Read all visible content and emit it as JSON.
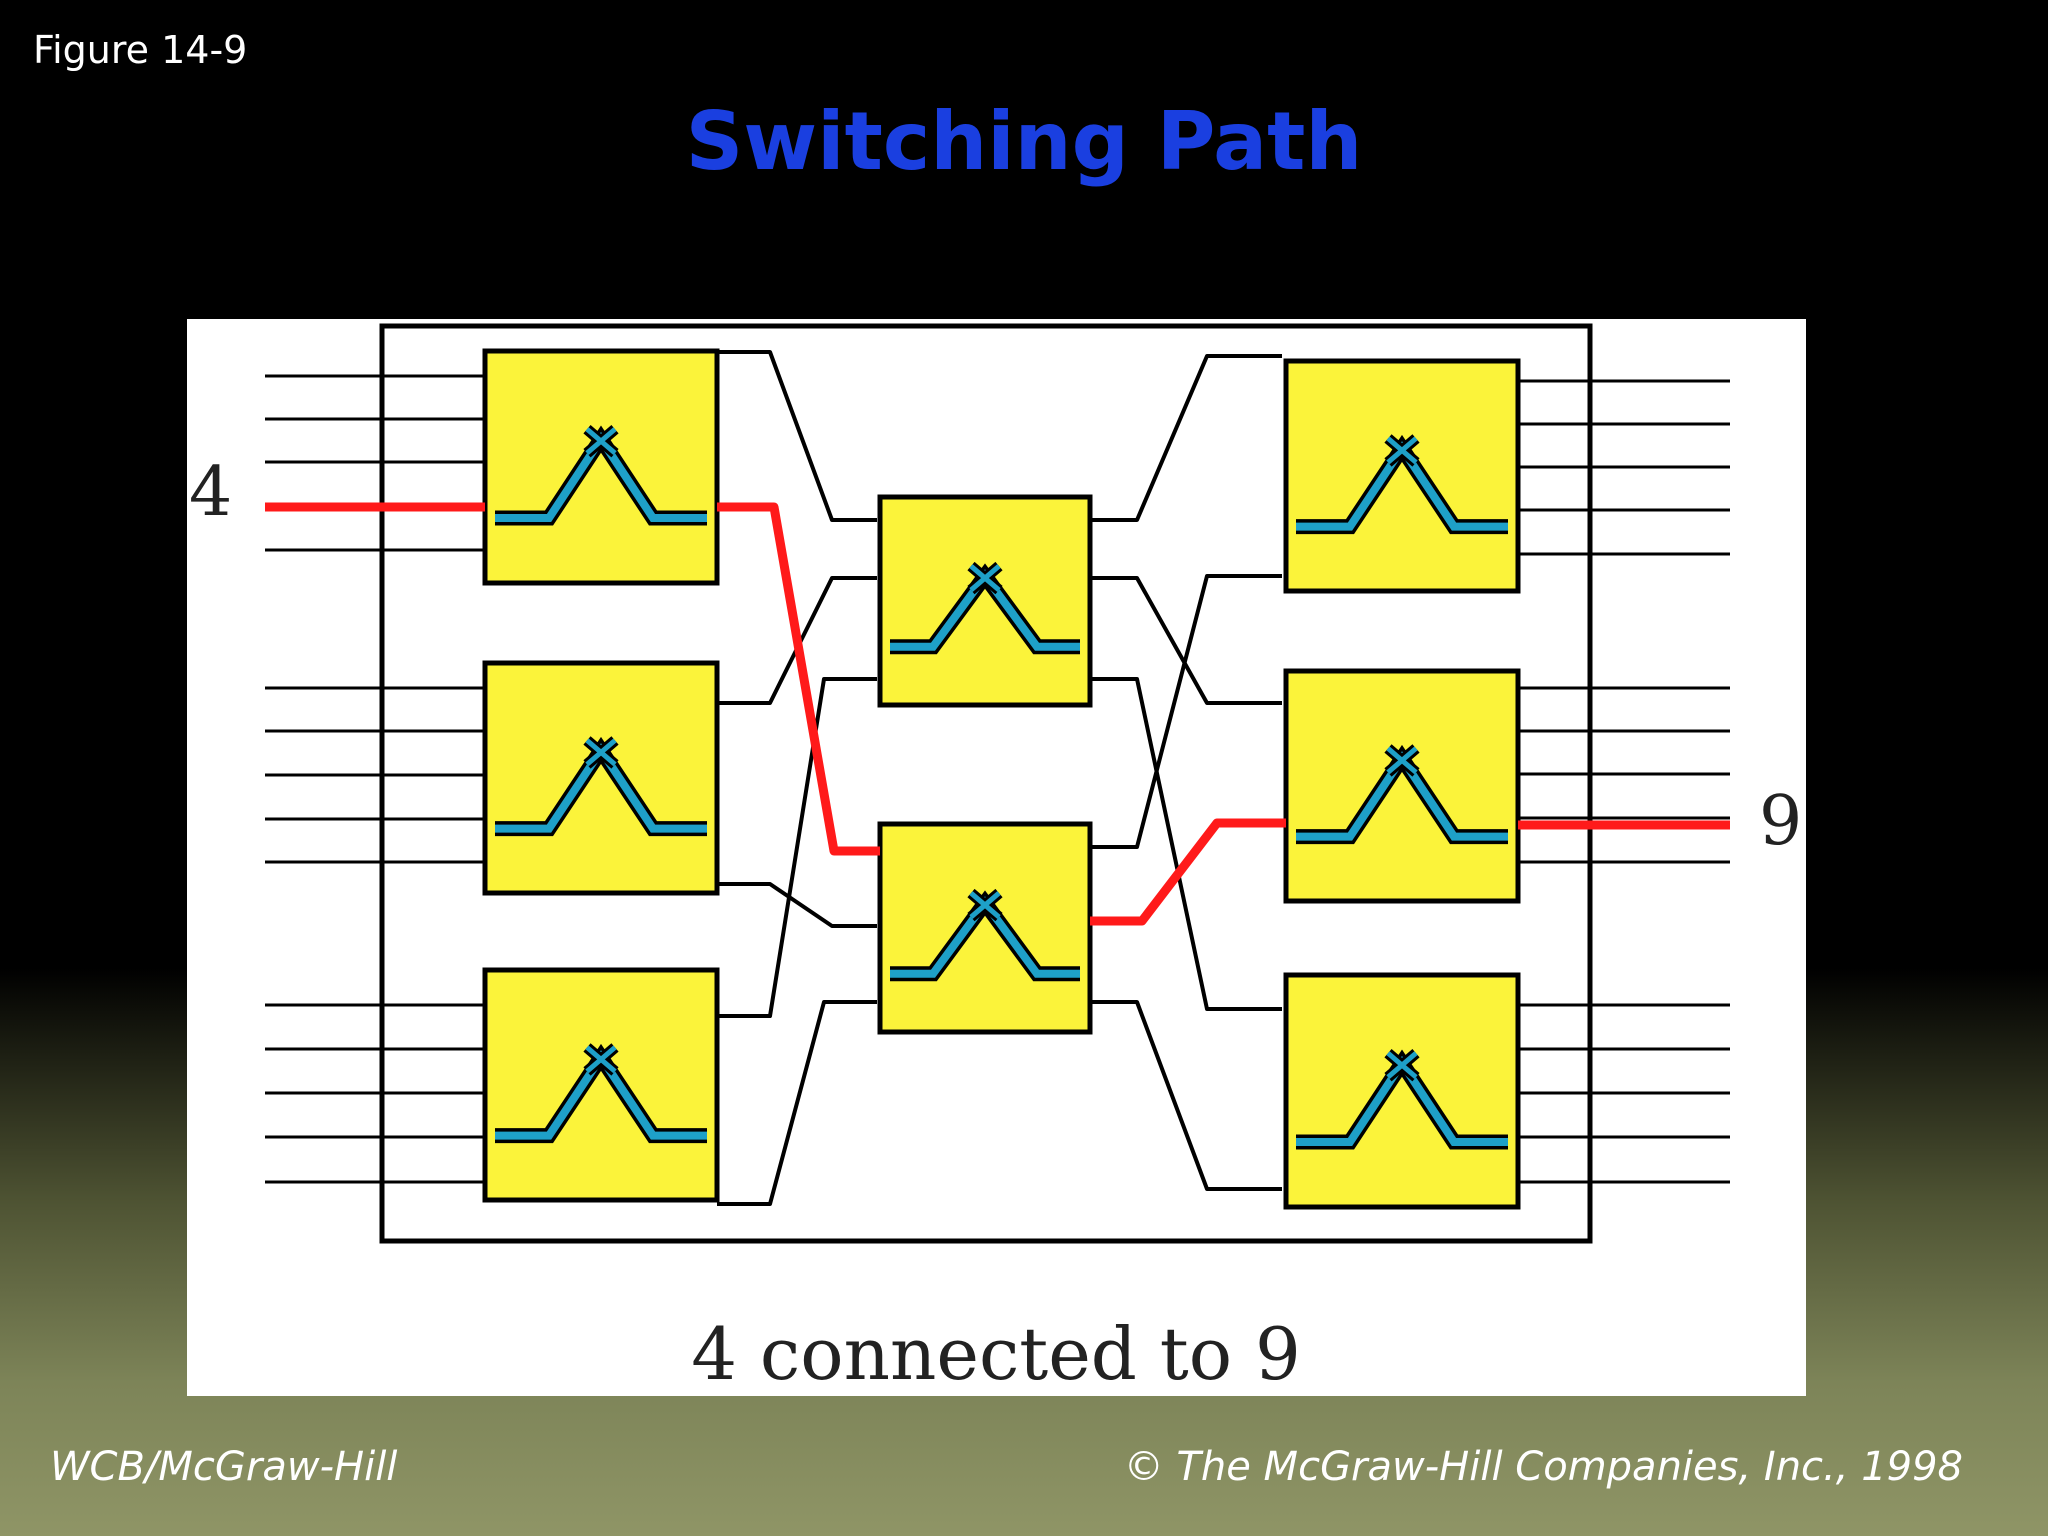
{
  "slide": {
    "figure_label": "Figure 14-9",
    "title": "Switching Path",
    "footer_left": "WCB/McGraw-Hill",
    "footer_right": "© The McGraw-Hill Companies, Inc., 1998"
  },
  "diagram": {
    "input_label": "4",
    "output_label": "9",
    "caption": "4 connected to 9",
    "colors": {
      "switch_fill": "#fbf33a",
      "path_highlight": "#ff1a1a",
      "crosspoint": "#1ea0c8",
      "line": "#000000",
      "background": "#ffffff"
    }
  }
}
